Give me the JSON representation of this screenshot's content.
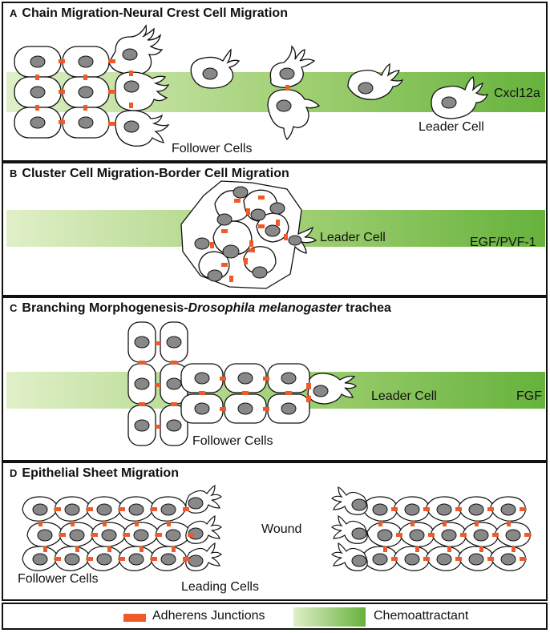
{
  "colors": {
    "junction": "#f05a28",
    "chemo_light": "#e0efc8",
    "chemo_dark": "#66b23c",
    "nucleus": "#888888"
  },
  "panel_a": {
    "letter": "A",
    "title": "Chain Migration-Neural Crest Cell Migration",
    "chemoattractant": "Cxcl12a",
    "leader_label": "Leader Cell",
    "follower_label": "Follower Cells"
  },
  "panel_b": {
    "letter": "B",
    "title": "Cluster Cell Migration-Border Cell Migration",
    "leader_label": "Leader Cell",
    "chemoattractant": "EGF/PVF-1"
  },
  "panel_c": {
    "letter": "C",
    "title_prefix": "Branching Morphogenesis-",
    "title_italic": "Drosophila melanogaster",
    "title_suffix": " trachea",
    "leader_label": "Leader Cell",
    "chemoattractant": "FGF",
    "follower_label": "Follower Cells"
  },
  "panel_d": {
    "letter": "D",
    "title": "Epithelial Sheet Migration",
    "wound_label": "Wound",
    "follower_label": "Follower Cells",
    "leading_label": "Leading Cells"
  },
  "legend": {
    "junctions": "Adherens Junctions",
    "chemoattractant": "Chemoattractant"
  }
}
